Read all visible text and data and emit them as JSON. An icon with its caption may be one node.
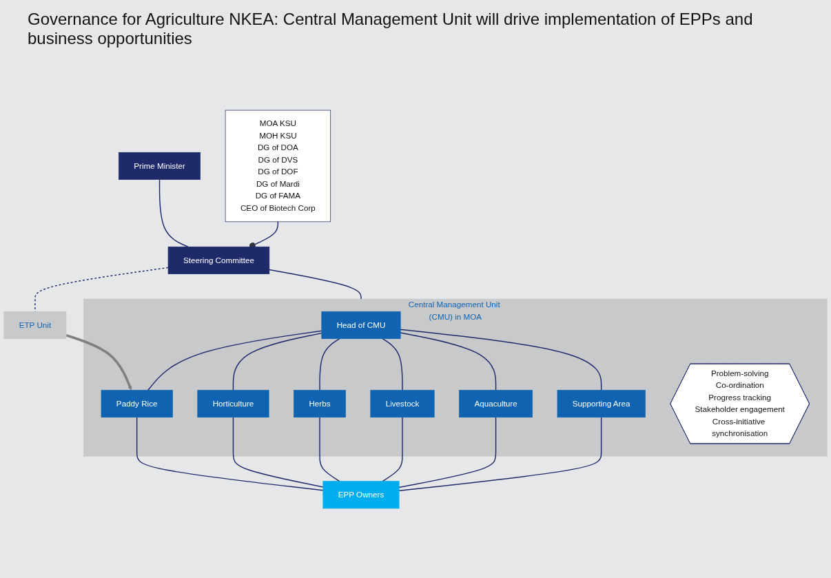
{
  "diagram": {
    "title": "Governance for Agriculture NKEA: Central Management Unit will drive implementation of EPPs and business opportunities",
    "nodes": [
      {
        "text": [
          "Prime Minister"
        ]
      },
      {
        "text": [
          "Steering Committee"
        ]
      },
      {
        "text": [
          "MOA KSU",
          "MOH KSU",
          "DG of DOA",
          "DG of DVS",
          "DG of DOF",
          "DG of Mardi",
          "DG of FAMA",
          "CEO of Biotech Corp"
        ]
      },
      {
        "text": [
          "ETP Unit"
        ]
      },
      {
        "text": [
          "Central Management Unit (CMU) in MOA"
        ]
      },
      {
        "text": [
          "Head of CMU"
        ],
        "in": 4
      },
      {
        "text": [
          "Paddy Rice"
        ],
        "in": 4
      },
      {
        "text": [
          "Horticulture"
        ],
        "in": 4
      },
      {
        "text": [
          "Herbs"
        ],
        "in": 4
      },
      {
        "text": [
          "Livestock"
        ],
        "in": 4
      },
      {
        "text": [
          "Aquaculture"
        ],
        "in": 4
      },
      {
        "text": [
          "Supporting Area"
        ],
        "in": 4
      },
      {
        "text": [
          "Problem-solving",
          "Co-ordination",
          "Progress tracking",
          "Stakeholder engagement",
          "Cross-initiative synchronisation"
        ],
        "in": 4
      },
      {
        "text": [
          "EPP Owners"
        ]
      }
    ],
    "edges": [
      {
        "from": 0,
        "to": 1,
        "arrow": "none"
      },
      {
        "from": 2,
        "to": 1,
        "arrow": "other"
      },
      {
        "from": 1,
        "to": 3,
        "arrow": "none",
        "style": "dashed"
      },
      {
        "from": 1,
        "to": 4,
        "arrow": "none"
      },
      {
        "from": 5,
        "to": 6,
        "arrow": "none"
      },
      {
        "from": 5,
        "to": 7,
        "arrow": "none"
      },
      {
        "from": 5,
        "to": 8,
        "arrow": "none"
      },
      {
        "from": 5,
        "to": 9,
        "arrow": "none"
      },
      {
        "from": 5,
        "to": 10,
        "arrow": "none"
      },
      {
        "from": 5,
        "to": 11,
        "arrow": "none"
      },
      {
        "from": 3,
        "to": 6,
        "arrow": "to",
        "style": "thick",
        "color": "#808080"
      },
      {
        "from": 6,
        "to": 13,
        "arrow": "none"
      },
      {
        "from": 7,
        "to": 13,
        "arrow": "none"
      },
      {
        "from": 8,
        "to": 13,
        "arrow": "none"
      },
      {
        "from": 9,
        "to": 13,
        "arrow": "none"
      },
      {
        "from": 10,
        "to": 13,
        "arrow": "none"
      },
      {
        "from": 11,
        "to": 13,
        "arrow": "none"
      }
    ]
  }
}
